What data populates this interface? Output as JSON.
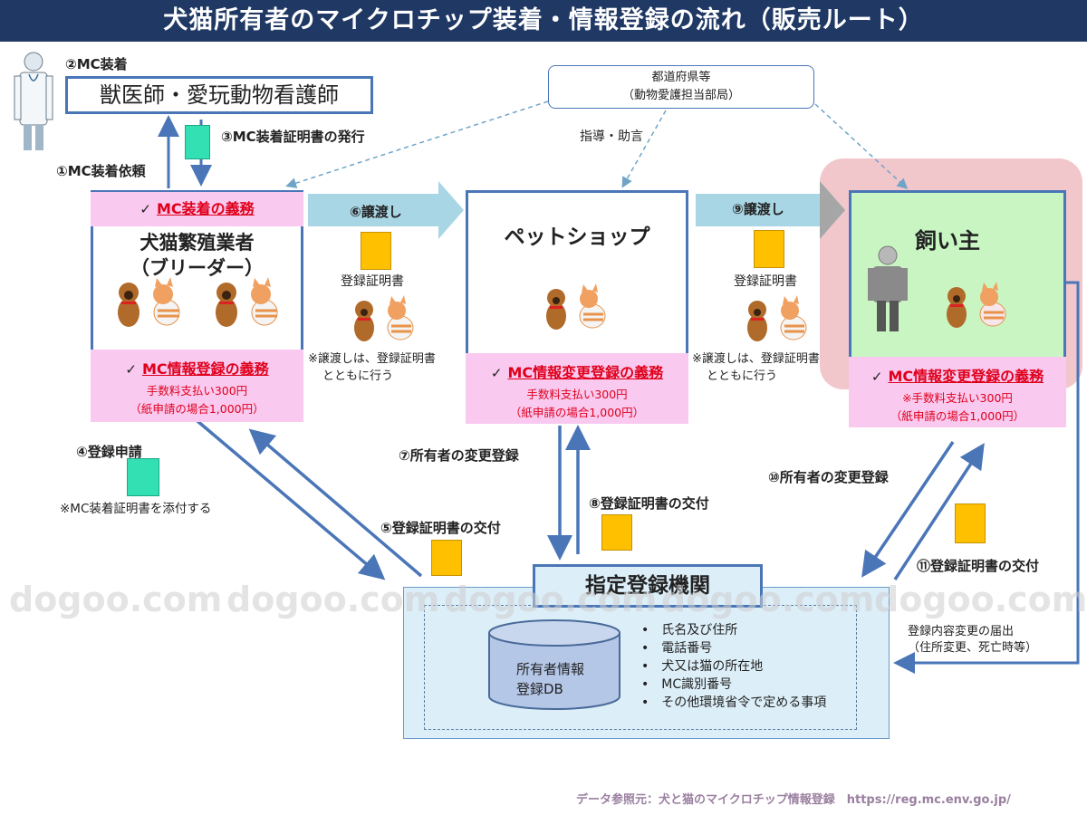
{
  "title": "犬猫所有者のマイクロチップ装着・情報登録の流れ（販売ルート）",
  "vet": {
    "step": "②MC装着",
    "name": "獣医師・愛玩動物看護師"
  },
  "prefecture": {
    "line1": "都道府県等",
    "line2": "（動物愛護担当部局）",
    "guidance": "指導・助言"
  },
  "steps": {
    "s1": "①MC装着依頼",
    "s3": "③MC装着証明書の発行",
    "s4": "④登録申請",
    "s4_note": "※MC装着証明書を添付する",
    "s5": "⑤登録証明書の交付",
    "s6": "⑥譲渡し",
    "s7": "⑦所有者の変更登録",
    "s8": "⑧登録証明書の交付",
    "s9": "⑨譲渡し",
    "s10": "⑩所有者の変更登録",
    "s11": "⑪登録証明書の交付"
  },
  "certificate_label": "登録証明書",
  "transfer_note_1": "※譲渡しは、登録証明書",
  "transfer_note_2": "とともに行う",
  "breeder": {
    "duty_top": "MC装着の義務",
    "name1": "犬猫繁殖業者",
    "name2": "（ブリーダー）",
    "duty_bottom": "MC情報登録の義務",
    "fee1": "手数料支払い300円",
    "fee2": "（紙申請の場合1,000円）"
  },
  "petshop": {
    "name": "ペットショップ",
    "duty": "MC情報変更登録の義務",
    "fee1": "手数料支払い300円",
    "fee2": "（紙申請の場合1,000円）"
  },
  "owner": {
    "name": "飼い主",
    "duty": "MC情報変更登録の義務",
    "fee1": "※手数料支払い300円",
    "fee2": "（紙申請の場合1,000円）"
  },
  "check_mark": "✓",
  "registry": {
    "name": "指定登録機関",
    "db1": "所有者情報",
    "db2": "登録DB",
    "items": [
      "氏名及び住所",
      "電話番号",
      "犬又は猫の所在地",
      "MC識別番号",
      "その他環境省令で定める事項"
    ]
  },
  "change_notice_1": "登録内容変更の届出",
  "change_notice_2": "（住所変更、死亡時等）",
  "watermark": "dogoo.com",
  "source": "データ参照元：犬と猫のマイクロチップ情報登録　https://reg.mc.env.go.jp/",
  "colors": {
    "frame": "#4a76b8",
    "duty": "#e0001b",
    "pink": "#f9c9f0",
    "owner_bg": "#c8f5c2",
    "highlight": "#f2c7cc",
    "registry_bg": "#dceef8",
    "cert": "#ffc000",
    "mc_cert": "#33e0b4"
  }
}
